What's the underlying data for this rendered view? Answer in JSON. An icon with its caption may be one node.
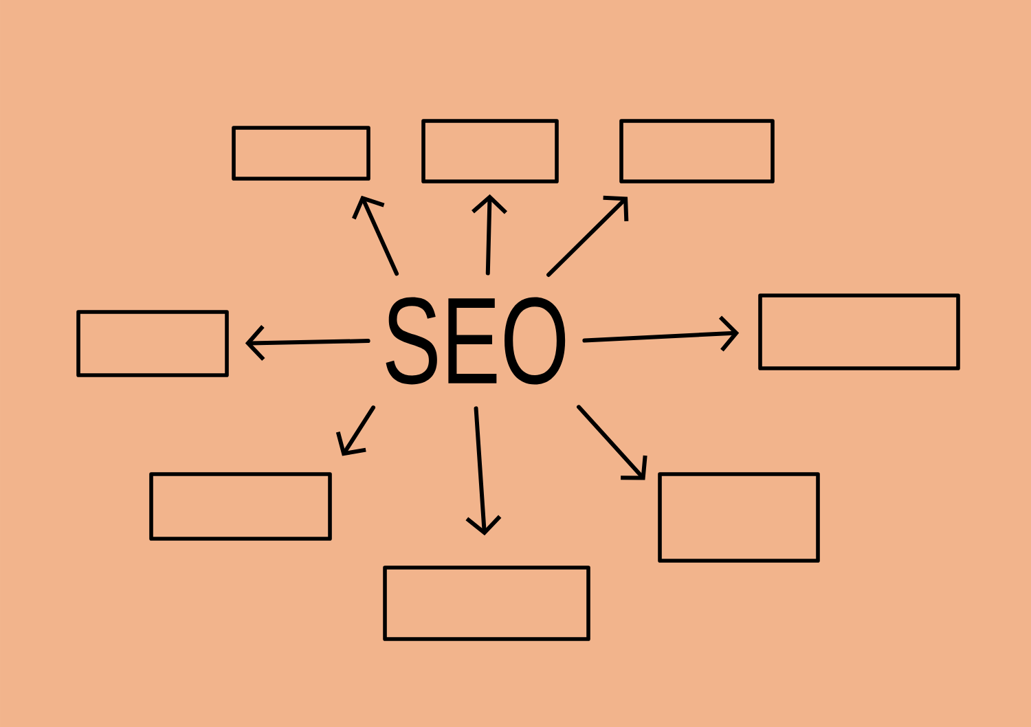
{
  "diagram": {
    "nodes": [
      {
        "text": [],
        "shape": "box"
      },
      {
        "text": [],
        "shape": "box"
      },
      {
        "text": [],
        "shape": "box"
      },
      {
        "text": [],
        "shape": "box"
      },
      {
        "text": [
          "SEO"
        ]
      },
      {
        "text": [],
        "shape": "box"
      },
      {
        "text": [],
        "shape": "box"
      },
      {
        "text": [],
        "shape": "box"
      },
      {
        "text": [],
        "shape": "box"
      }
    ],
    "edges": [
      {
        "from": 4,
        "to": 0,
        "arrow": "to"
      },
      {
        "from": 4,
        "to": 1,
        "arrow": "to"
      },
      {
        "from": 4,
        "to": 2,
        "arrow": "to"
      },
      {
        "from": 4,
        "to": 3,
        "arrow": "to"
      },
      {
        "from": 4,
        "to": 5,
        "arrow": "to"
      },
      {
        "from": 4,
        "to": 6,
        "arrow": "to"
      },
      {
        "from": 4,
        "to": 7,
        "arrow": "to"
      },
      {
        "from": 4,
        "to": 8,
        "arrow": "to"
      }
    ]
  }
}
